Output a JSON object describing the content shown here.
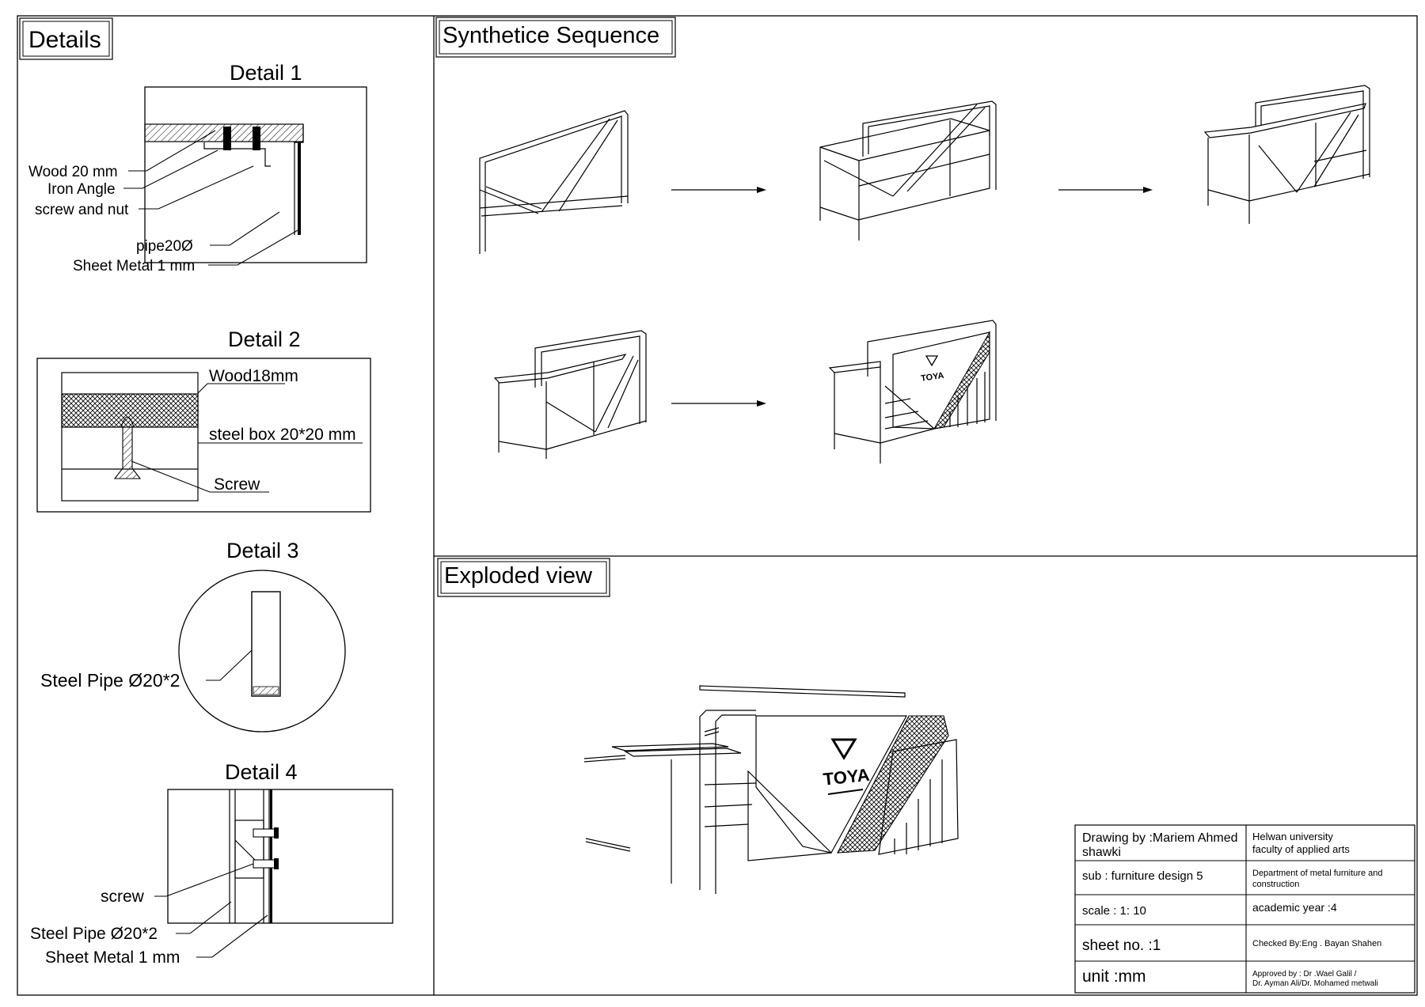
{
  "sections": {
    "details": "Details",
    "synthetic": "Synthetice Sequence",
    "exploded": "Exploded view"
  },
  "detail1": {
    "title": "Detail 1",
    "labels": [
      "Wood 20 mm",
      "Iron Angle",
      "screw and nut",
      "pipe20Ø",
      "Sheet Metal 1 mm"
    ]
  },
  "detail2": {
    "title": "Detail 2",
    "labels": [
      "Wood18mm",
      "steel box 20*20 mm",
      "Screw"
    ]
  },
  "detail3": {
    "title": "Detail 3",
    "labels": [
      "Steel Pipe Ø20*2"
    ]
  },
  "detail4": {
    "title": "Detail 4",
    "labels": [
      "screw",
      "Steel Pipe Ø20*2",
      "Sheet Metal 1 mm"
    ]
  },
  "logo_text": "TOYA",
  "title_block": {
    "drawing_by": [
      "Drawing by :Mariem Ahmed",
      "shawki"
    ],
    "university": [
      "Helwan university",
      "faculty of applied arts"
    ],
    "subject": "sub : furniture design 5",
    "department": [
      "Department of metal furniture and",
      "construction"
    ],
    "scale": "scale : 1: 10",
    "academic_year": "academic year :4",
    "sheet_no": "sheet no. :1",
    "checked_by": "Checked By:Eng . Bayan Shahen",
    "unit": "unit :mm",
    "approved_by": [
      "Approved by : Dr .Wael Galil /",
      " Dr. Ayman Ali/Dr. Mohamed metwali"
    ]
  }
}
